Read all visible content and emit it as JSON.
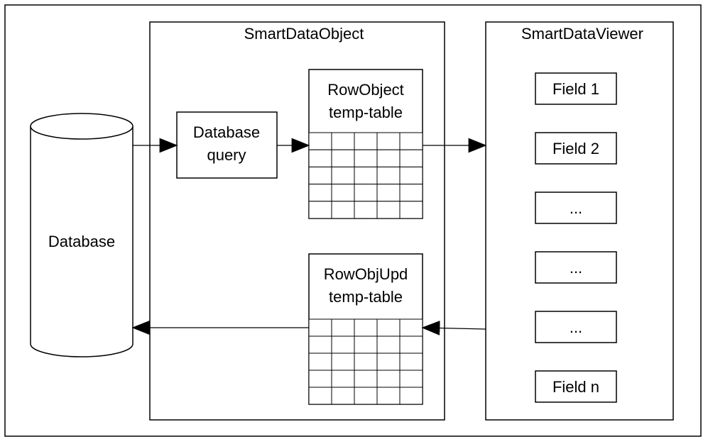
{
  "diagram": {
    "database": {
      "label": "Database"
    },
    "smart_data_object": {
      "title": "SmartDataObject",
      "query_box": {
        "line1": "Database",
        "line2": "query"
      },
      "row_object": {
        "line1": "RowObject",
        "line2": "temp-table"
      },
      "row_obj_upd": {
        "line1": "RowObjUpd",
        "line2": "temp-table"
      }
    },
    "smart_data_viewer": {
      "title": "SmartDataViewer",
      "fields": [
        "Field 1",
        "Field 2",
        "...",
        "...",
        "...",
        "Field n"
      ]
    },
    "colors": {
      "stroke": "#000000",
      "background": "#ffffff",
      "text": "#000000"
    }
  }
}
